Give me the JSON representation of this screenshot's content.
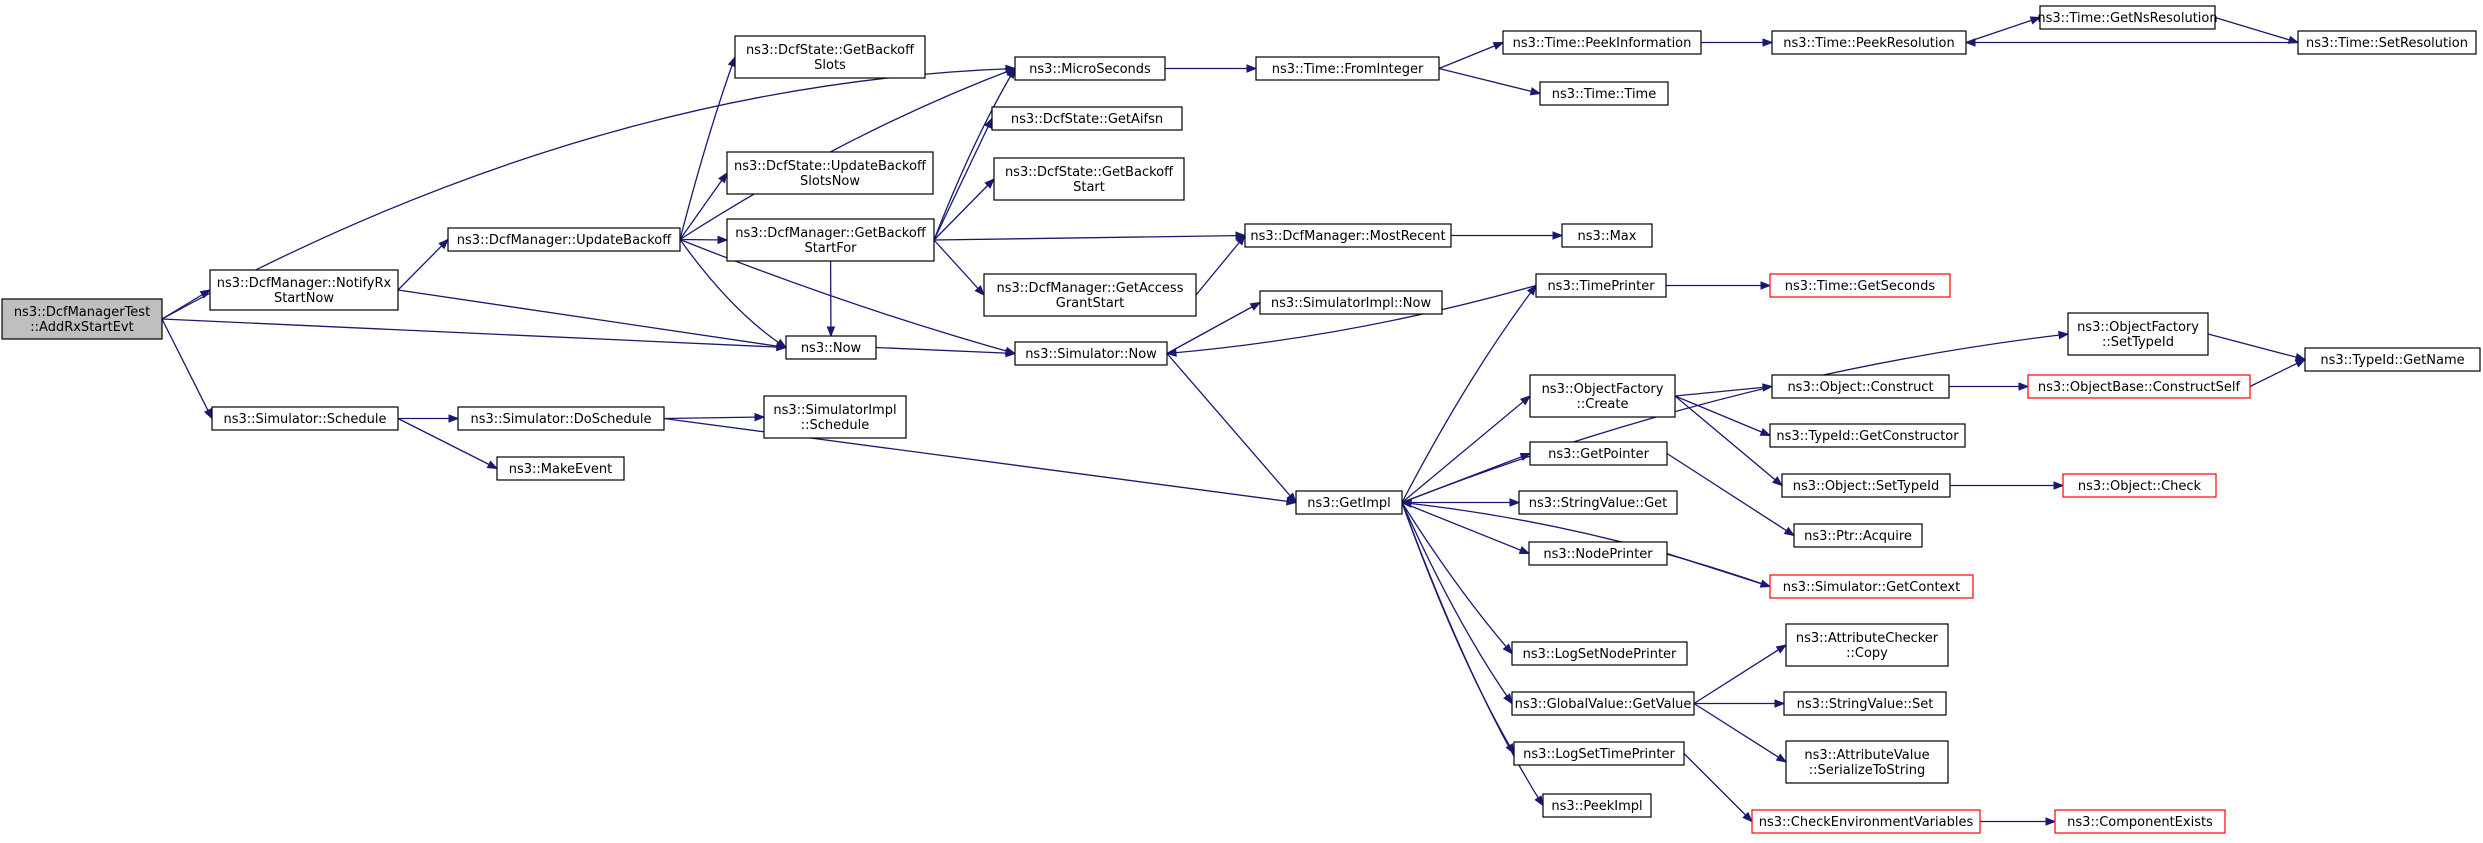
{
  "graph": {
    "nodes": [
      {
        "id": "root",
        "lines": [
          "ns3::DcfManagerTest",
          "::AddRxStartEvt"
        ],
        "style": "root"
      },
      {
        "id": "notifyRx",
        "lines": [
          "ns3::DcfManager::NotifyRx",
          "StartNow"
        ]
      },
      {
        "id": "schedule",
        "lines": [
          "ns3::Simulator::Schedule"
        ]
      },
      {
        "id": "updateBackoff",
        "lines": [
          "ns3::DcfManager::UpdateBackoff"
        ]
      },
      {
        "id": "doSchedule",
        "lines": [
          "ns3::Simulator::DoSchedule"
        ]
      },
      {
        "id": "makeEvent",
        "lines": [
          "ns3::MakeEvent"
        ]
      },
      {
        "id": "getBackoffSlots",
        "lines": [
          "ns3::DcfState::GetBackoff",
          "Slots"
        ]
      },
      {
        "id": "updateBackoffSlotsNow",
        "lines": [
          "ns3::DcfState::UpdateBackoff",
          "SlotsNow"
        ]
      },
      {
        "id": "getBackoffStartFor",
        "lines": [
          "ns3::DcfManager::GetBackoff",
          "StartFor"
        ]
      },
      {
        "id": "now",
        "lines": [
          "ns3::Now"
        ]
      },
      {
        "id": "simImplSchedule",
        "lines": [
          "ns3::SimulatorImpl",
          "::Schedule"
        ]
      },
      {
        "id": "microSeconds",
        "lines": [
          "ns3::MicroSeconds"
        ]
      },
      {
        "id": "getAifsn",
        "lines": [
          "ns3::DcfState::GetAifsn"
        ]
      },
      {
        "id": "getBackoffStart",
        "lines": [
          "ns3::DcfState::GetBackoff",
          "Start"
        ]
      },
      {
        "id": "getAccessGrantStart",
        "lines": [
          "ns3::DcfManager::GetAccess",
          "GrantStart"
        ]
      },
      {
        "id": "simNow",
        "lines": [
          "ns3::Simulator::Now"
        ]
      },
      {
        "id": "fromInteger",
        "lines": [
          "ns3::Time::FromInteger"
        ]
      },
      {
        "id": "mostRecent",
        "lines": [
          "ns3::DcfManager::MostRecent"
        ]
      },
      {
        "id": "simImplNow",
        "lines": [
          "ns3::SimulatorImpl::Now"
        ]
      },
      {
        "id": "getImpl",
        "lines": [
          "ns3::GetImpl"
        ]
      },
      {
        "id": "peekInformation",
        "lines": [
          "ns3::Time::PeekInformation"
        ]
      },
      {
        "id": "timeTime",
        "lines": [
          "ns3::Time::Time"
        ]
      },
      {
        "id": "max",
        "lines": [
          "ns3::Max"
        ]
      },
      {
        "id": "timePrinter",
        "lines": [
          "ns3::TimePrinter"
        ]
      },
      {
        "id": "objFactoryCreate",
        "lines": [
          "ns3::ObjectFactory",
          "::Create"
        ]
      },
      {
        "id": "getPointer",
        "lines": [
          "ns3::GetPointer"
        ]
      },
      {
        "id": "stringValueGet",
        "lines": [
          "ns3::StringValue::Get"
        ]
      },
      {
        "id": "nodePrinter",
        "lines": [
          "ns3::NodePrinter"
        ]
      },
      {
        "id": "logSetNodePrinter",
        "lines": [
          "ns3::LogSetNodePrinter"
        ]
      },
      {
        "id": "globalValueGetValue",
        "lines": [
          "ns3::GlobalValue::GetValue"
        ]
      },
      {
        "id": "logSetTimePrinter",
        "lines": [
          "ns3::LogSetTimePrinter"
        ]
      },
      {
        "id": "peekImpl",
        "lines": [
          "ns3::PeekImpl"
        ]
      },
      {
        "id": "peekResolution",
        "lines": [
          "ns3::Time::PeekResolution"
        ]
      },
      {
        "id": "getSeconds",
        "lines": [
          "ns3::Time::GetSeconds"
        ],
        "style": "trunc"
      },
      {
        "id": "objFactorySetTypeId",
        "lines": [
          "ns3::ObjectFactory",
          "::SetTypeId"
        ]
      },
      {
        "id": "objectConstruct",
        "lines": [
          "ns3::Object::Construct"
        ]
      },
      {
        "id": "typeIdGetConstructor",
        "lines": [
          "ns3::TypeId::GetConstructor"
        ]
      },
      {
        "id": "objectSetTypeId",
        "lines": [
          "ns3::Object::SetTypeId"
        ]
      },
      {
        "id": "ptrAcquire",
        "lines": [
          "ns3::Ptr::Acquire"
        ]
      },
      {
        "id": "simGetContext",
        "lines": [
          "ns3::Simulator::GetContext"
        ],
        "style": "trunc"
      },
      {
        "id": "attrCheckerCopy",
        "lines": [
          "ns3::AttributeChecker",
          "::Copy"
        ]
      },
      {
        "id": "stringValueSet",
        "lines": [
          "ns3::StringValue::Set"
        ]
      },
      {
        "id": "attrValueSerialize",
        "lines": [
          "ns3::AttributeValue",
          "::SerializeToString"
        ]
      },
      {
        "id": "checkEnvVars",
        "lines": [
          "ns3::CheckEnvironmentVariables"
        ],
        "style": "trunc"
      },
      {
        "id": "getNsResolution",
        "lines": [
          "ns3::Time::GetNsResolution"
        ]
      },
      {
        "id": "setResolution",
        "lines": [
          "ns3::Time::SetResolution"
        ]
      },
      {
        "id": "objectBaseConstructSelf",
        "lines": [
          "ns3::ObjectBase::ConstructSelf"
        ],
        "style": "trunc"
      },
      {
        "id": "objectCheck",
        "lines": [
          "ns3::Object::Check"
        ],
        "style": "trunc"
      },
      {
        "id": "componentExists",
        "lines": [
          "ns3::ComponentExists"
        ],
        "style": "trunc"
      },
      {
        "id": "typeIdGetName",
        "lines": [
          "ns3::TypeId::GetName"
        ]
      }
    ],
    "edges": [
      [
        "root",
        "microSeconds"
      ],
      [
        "root",
        "notifyRx"
      ],
      [
        "root",
        "now"
      ],
      [
        "root",
        "schedule"
      ],
      [
        "notifyRx",
        "updateBackoff"
      ],
      [
        "notifyRx",
        "now"
      ],
      [
        "schedule",
        "doSchedule"
      ],
      [
        "schedule",
        "makeEvent"
      ],
      [
        "updateBackoff",
        "getBackoffSlots"
      ],
      [
        "updateBackoff",
        "microSeconds"
      ],
      [
        "updateBackoff",
        "updateBackoffSlotsNow"
      ],
      [
        "updateBackoff",
        "getBackoffStartFor"
      ],
      [
        "updateBackoff",
        "now"
      ],
      [
        "updateBackoff",
        "simNow"
      ],
      [
        "doSchedule",
        "simImplSchedule"
      ],
      [
        "doSchedule",
        "getImpl"
      ],
      [
        "getBackoffStartFor",
        "microSeconds"
      ],
      [
        "getBackoffStartFor",
        "getAifsn"
      ],
      [
        "getBackoffStartFor",
        "getBackoffStart"
      ],
      [
        "getBackoffStartFor",
        "mostRecent"
      ],
      [
        "getBackoffStartFor",
        "getAccessGrantStart"
      ],
      [
        "getBackoffStartFor",
        "now"
      ],
      [
        "now",
        "simNow"
      ],
      [
        "microSeconds",
        "fromInteger"
      ],
      [
        "getAccessGrantStart",
        "mostRecent"
      ],
      [
        "simNow",
        "simImplNow"
      ],
      [
        "simNow",
        "getImpl"
      ],
      [
        "fromInteger",
        "peekInformation"
      ],
      [
        "fromInteger",
        "timeTime"
      ],
      [
        "mostRecent",
        "max"
      ],
      [
        "timePrinter",
        "simNow"
      ],
      [
        "timePrinter",
        "getSeconds"
      ],
      [
        "getImpl",
        "timePrinter"
      ],
      [
        "getImpl",
        "objFactorySetTypeId"
      ],
      [
        "getImpl",
        "objFactoryCreate"
      ],
      [
        "getImpl",
        "getPointer"
      ],
      [
        "getImpl",
        "stringValueGet"
      ],
      [
        "getImpl",
        "nodePrinter"
      ],
      [
        "getImpl",
        "logSetNodePrinter"
      ],
      [
        "getImpl",
        "globalValueGetValue"
      ],
      [
        "getImpl",
        "logSetTimePrinter"
      ],
      [
        "getImpl",
        "peekImpl"
      ],
      [
        "simGetContext",
        "getImpl"
      ],
      [
        "peekInformation",
        "peekResolution"
      ],
      [
        "peekResolution",
        "getNsResolution"
      ],
      [
        "getNsResolution",
        "setResolution"
      ],
      [
        "setResolution",
        "peekResolution"
      ],
      [
        "objFactorySetTypeId",
        "typeIdGetName"
      ],
      [
        "objFactoryCreate",
        "objectConstruct"
      ],
      [
        "objFactoryCreate",
        "typeIdGetConstructor"
      ],
      [
        "objFactoryCreate",
        "objectSetTypeId"
      ],
      [
        "objectConstruct",
        "objectBaseConstructSelf"
      ],
      [
        "objectBaseConstructSelf",
        "typeIdGetName"
      ],
      [
        "objectSetTypeId",
        "objectCheck"
      ],
      [
        "getPointer",
        "ptrAcquire"
      ],
      [
        "nodePrinter",
        "simGetContext"
      ],
      [
        "globalValueGetValue",
        "attrCheckerCopy"
      ],
      [
        "globalValueGetValue",
        "stringValueSet"
      ],
      [
        "globalValueGetValue",
        "attrValueSerialize"
      ],
      [
        "logSetTimePrinter",
        "checkEnvVars"
      ],
      [
        "checkEnvVars",
        "componentExists"
      ]
    ]
  }
}
